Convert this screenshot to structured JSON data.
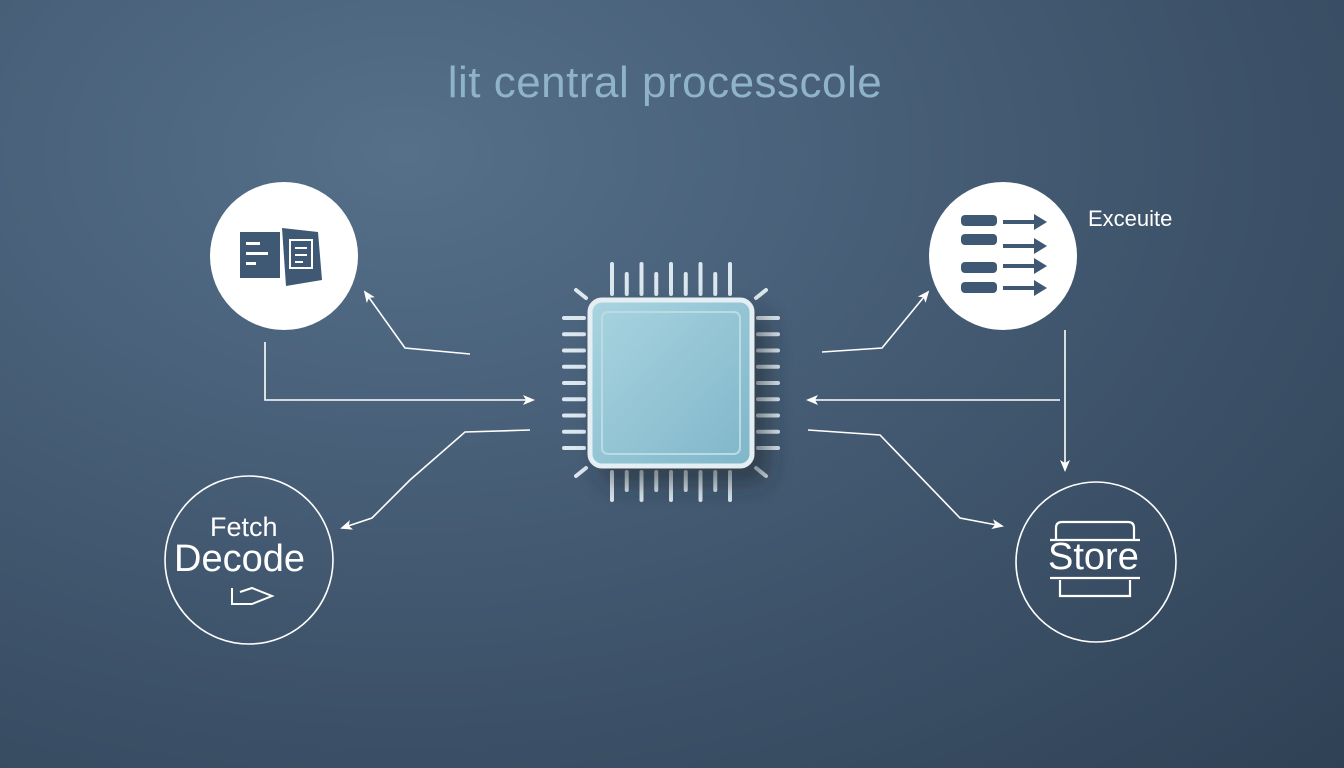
{
  "title": "lit central processcole",
  "nodes": {
    "fetch": {
      "label": "Fetch",
      "icon": "document-icon"
    },
    "decode": {
      "label": "Decode",
      "icon": "chevron-right-icon"
    },
    "execute": {
      "label": "Exceuite",
      "icon": "list-arrows-icon"
    },
    "store": {
      "label": "Store",
      "icon": "storage-tray-icon"
    },
    "cpu": {
      "icon": "cpu-chip-icon"
    }
  },
  "colors": {
    "background": "#435a72",
    "chip": "#8ec3d3",
    "chip_border": "#d9e8ef",
    "icon_fill": "#3f5873",
    "title": "#8fb3c8",
    "line": "#ffffff"
  }
}
